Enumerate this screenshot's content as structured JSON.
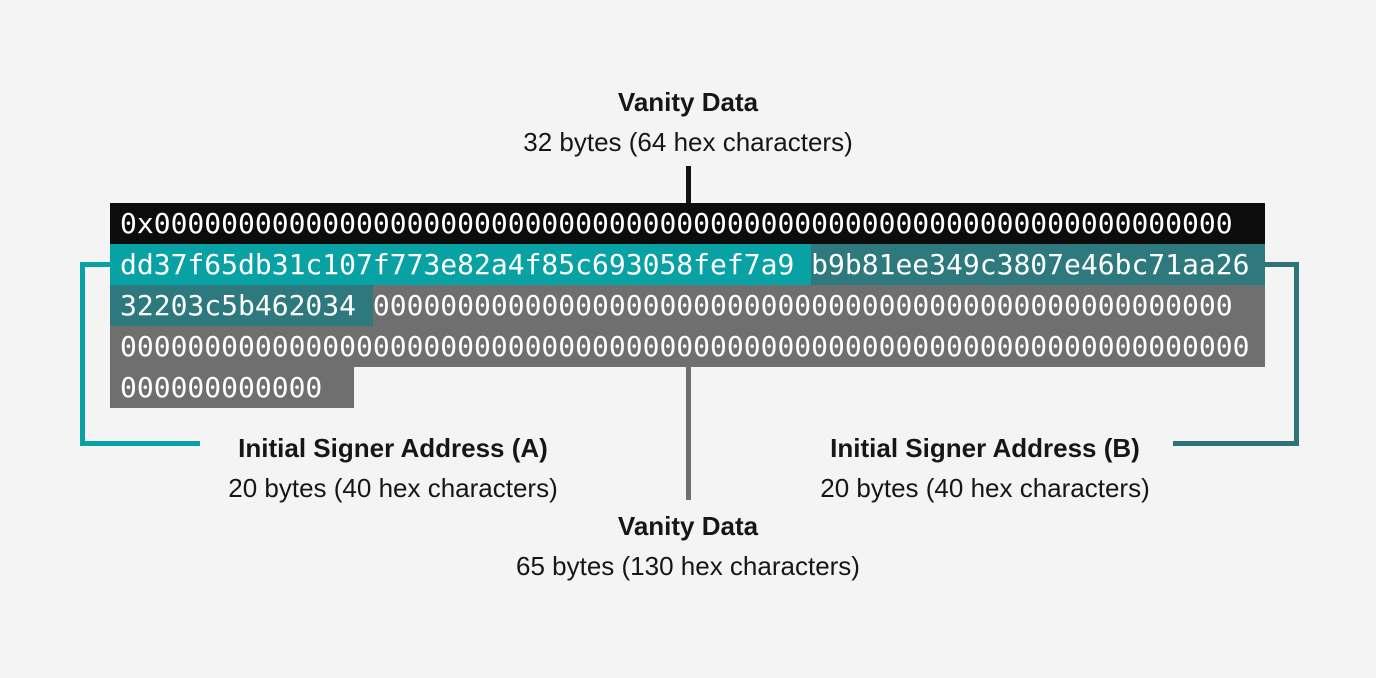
{
  "colors": {
    "background": "#f4f4f5",
    "salt_black": "#0c0c0c",
    "signer_a_teal": "#09a2a4",
    "signer_b_teal": "#2d797d",
    "vanity_gray": "#6f6f6f"
  },
  "top_label": {
    "title": "Vanity Data",
    "subtitle": "32 bytes (64 hex characters)"
  },
  "hex": {
    "salt_row": "0x0000000000000000000000000000000000000000000000000000000000000000",
    "signer_a_row2": "dd37f65db31c107f773e82a4f85c693058fef7a9 ",
    "signer_b_row2": "b9b81ee349c3807e46bc71aa26",
    "signer_b_row3": "32203c5b462034 ",
    "vanity_zeros_row3": "000000000000000000000000000000000000000000000000000",
    "vanity_zeros_row4": "0000000000000000000000000000000000000000000000000000000000000000000",
    "vanity_zeros_row5": "000000000000"
  },
  "signer_a_label": {
    "title": "Initial Signer Address (A)",
    "subtitle": "20 bytes (40 hex characters)"
  },
  "signer_b_label": {
    "title": "Initial Signer Address (B)",
    "subtitle": "20 bytes (40 hex characters)"
  },
  "bottom_label": {
    "title": "Vanity Data",
    "subtitle": "65 bytes (130 hex characters)"
  }
}
